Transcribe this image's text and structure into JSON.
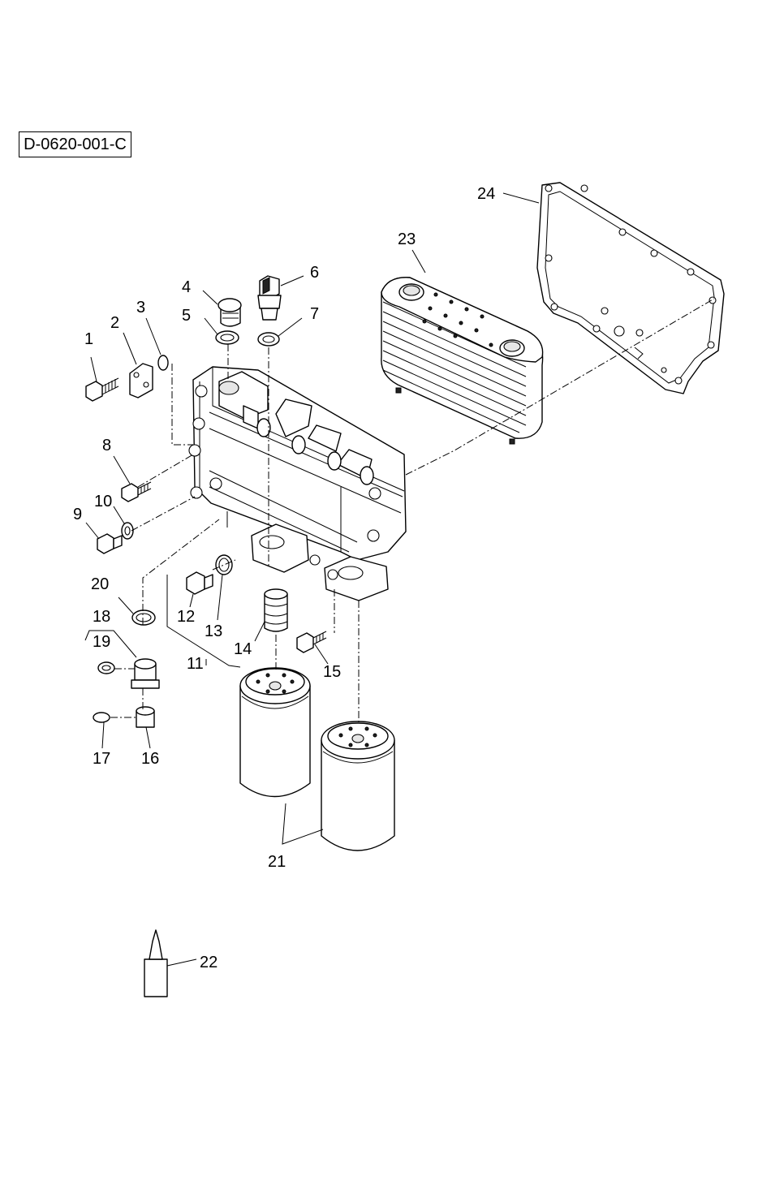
{
  "reference_code": "D-0620-001-C",
  "callouts": {
    "c1": "1",
    "c2": "2",
    "c3": "3",
    "c4": "4",
    "c5": "5",
    "c6": "6",
    "c7": "7",
    "c8": "8",
    "c9": "9",
    "c10": "10",
    "c11": "11",
    "c12": "12",
    "c13": "13",
    "c14": "14",
    "c15": "15",
    "c16": "16",
    "c17": "17",
    "c18": "18",
    "c19": "19",
    "c20": "20",
    "c21": "21",
    "c22": "22",
    "c23": "23",
    "c24": "24"
  }
}
